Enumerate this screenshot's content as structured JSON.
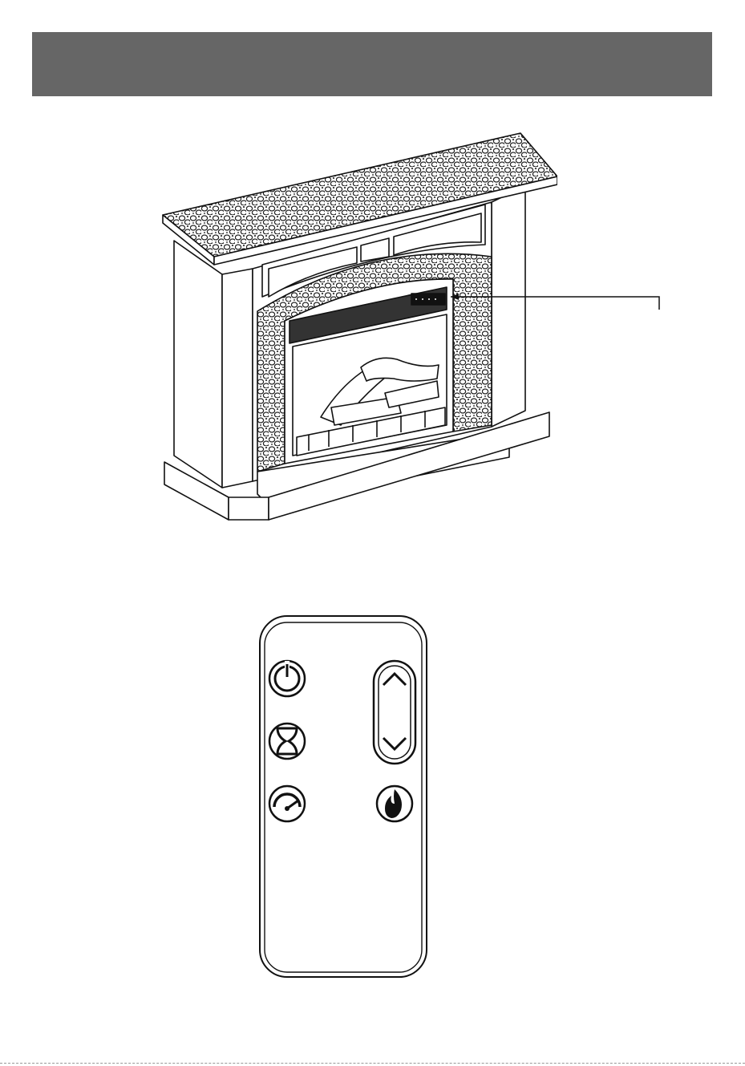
{
  "header": {
    "title": "",
    "background": "#666666"
  },
  "fireplace": {
    "control_panel_label": ""
  },
  "remote": {
    "buttons": [
      {
        "id": "power",
        "icon": "power-timer-icon"
      },
      {
        "id": "timer",
        "icon": "hourglass-icon"
      },
      {
        "id": "heat",
        "icon": "gauge-icon"
      },
      {
        "id": "flame",
        "icon": "flame-icon"
      },
      {
        "id": "up",
        "icon": "chevron-up-icon"
      },
      {
        "id": "down",
        "icon": "chevron-down-icon"
      }
    ]
  }
}
